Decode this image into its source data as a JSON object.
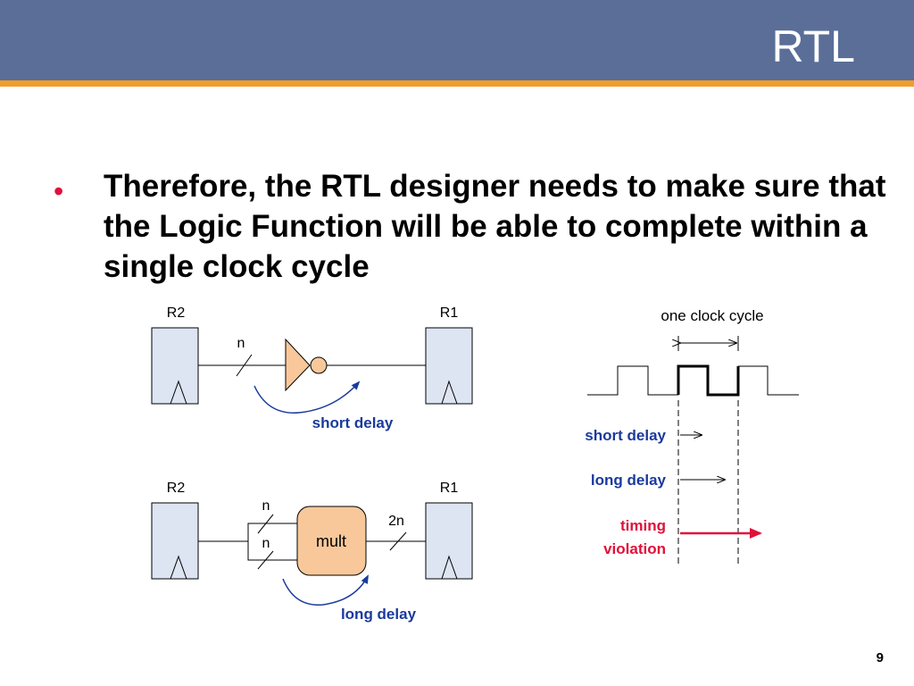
{
  "slide": {
    "title": "RTL",
    "bullet": "Therefore, the RTL designer needs to make sure that the Logic Function will be able to complete within a single clock cycle",
    "page_number": "9"
  },
  "colors": {
    "header": "#5a6e98",
    "stripe": "#f29c2b",
    "bullet": "#e0103a",
    "gate_fill": "#f8c89a",
    "delay_label": "#1a3a9c",
    "violation": "#e0103a"
  },
  "circuit_top": {
    "reg_left": "R2",
    "reg_right": "R1",
    "bus_width": "n",
    "gate": "inverter",
    "delay_label": "short delay"
  },
  "circuit_bottom": {
    "reg_left": "R2",
    "reg_right": "R1",
    "bus_in_top": "n",
    "bus_in_bottom": "n",
    "bus_out": "2n",
    "block": "mult",
    "delay_label": "long delay"
  },
  "timing": {
    "cycle_label": "one clock cycle",
    "short": "short delay",
    "long": "long delay",
    "violation_line1": "timing",
    "violation_line2": "violation"
  }
}
